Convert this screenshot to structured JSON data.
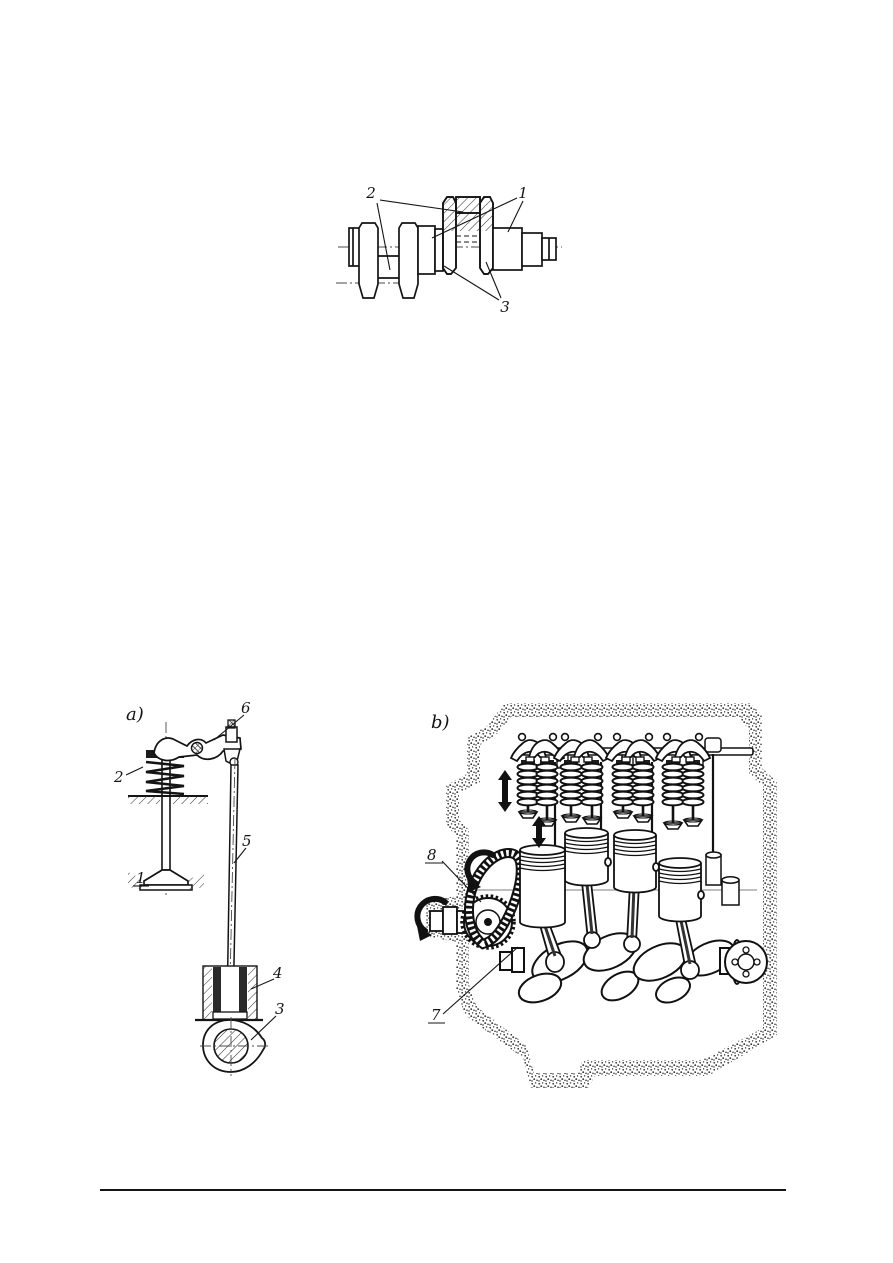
{
  "page": {
    "background": "#ffffff",
    "ink": "#141414",
    "footer_rule_color": "#141414"
  },
  "fig1": {
    "name": "crankshaft technical drawing",
    "l1": "1",
    "l2": "2",
    "l3": "3"
  },
  "fig2": {
    "panel": "a)",
    "l1": "1",
    "l2": "2",
    "l3": "3",
    "l4": "4",
    "l5": "5",
    "l6": "6"
  },
  "fig3": {
    "panel": "b)",
    "l7": "7",
    "l8": "8"
  }
}
